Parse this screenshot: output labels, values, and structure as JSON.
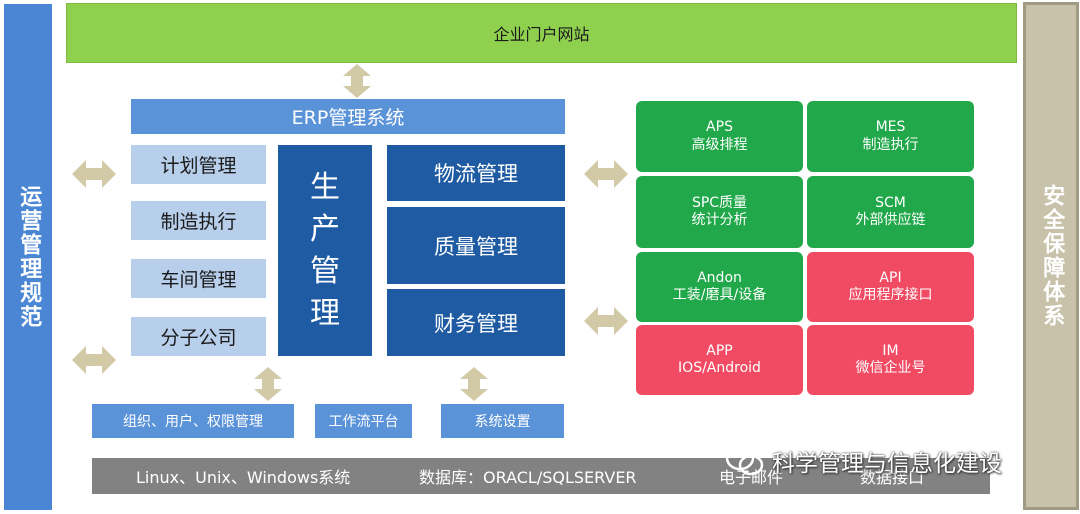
{
  "left_label": "运营管理规范",
  "right_label": "安全保障体系",
  "portal": "企业门户网站",
  "erp": {
    "title": "ERP管理系统",
    "left_modules": [
      "计划管理",
      "制造执行",
      "车间管理",
      "分子公司"
    ],
    "center_column": "生产管理",
    "right_modules": [
      "物流管理",
      "质量管理",
      "财务管理"
    ]
  },
  "systems": [
    {
      "name": "APS",
      "desc": "高级排程",
      "color": "#21a84a"
    },
    {
      "name": "MES",
      "desc": "制造执行",
      "color": "#21a84a"
    },
    {
      "name": "SPC质量",
      "desc": "统计分析",
      "color": "#21a84a"
    },
    {
      "name": "SCM",
      "desc": "外部供应链",
      "color": "#21a84a"
    },
    {
      "name": "Andon",
      "desc": "工装/磨具/设备",
      "color": "#21a84a"
    },
    {
      "name": "API",
      "desc": "应用程序接口",
      "color": "#f04b63"
    },
    {
      "name": "APP",
      "desc": "IOS/Android",
      "color": "#f04b63"
    },
    {
      "name": "IM",
      "desc": "微信企业号",
      "color": "#f04b63"
    }
  ],
  "base_modules": [
    "组织、用户、权限管理",
    "工作流平台",
    "系统设置"
  ],
  "bottom_bar": {
    "os": "Linux、Unix、Windows系统",
    "db": "数据库：ORACL/SQLSERVER",
    "email": "电子邮件",
    "data_interface": "数据接口"
  },
  "watermark": "科学管理与信息化建设"
}
